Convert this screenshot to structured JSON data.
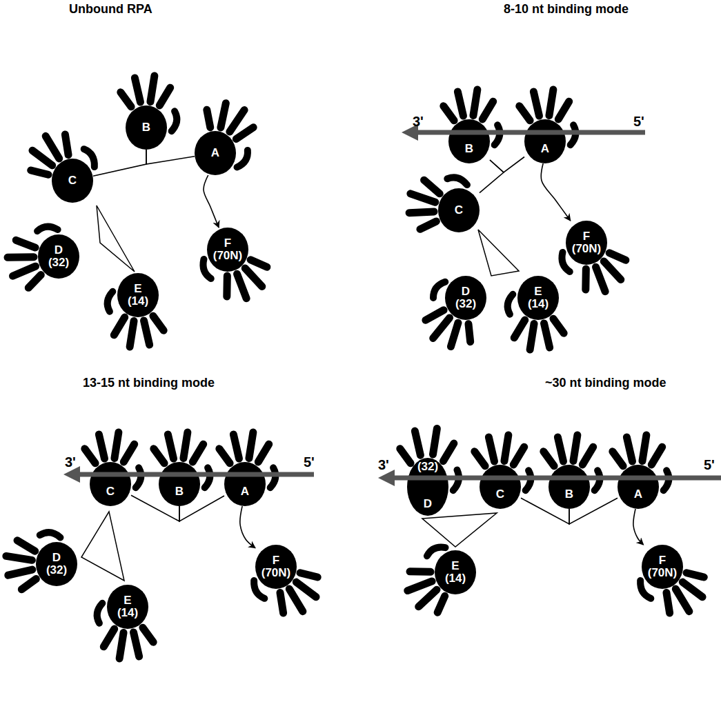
{
  "diagram": {
    "nodes": [
      {
        "text": [
          "B"
        ]
      },
      {
        "text": [
          "A"
        ]
      },
      {
        "text": [
          "C"
        ]
      },
      {
        "text": [
          "F",
          "(70N)"
        ]
      },
      {
        "text": [
          "D",
          "(32)"
        ]
      },
      {
        "text": [
          "E",
          "(14)"
        ]
      },
      {
        "text": [
          "B"
        ]
      },
      {
        "text": [
          "A"
        ]
      },
      {
        "text": [
          "C"
        ]
      },
      {
        "text": [
          "F",
          "(70N)"
        ]
      },
      {
        "text": [
          "D",
          "(32)"
        ]
      },
      {
        "text": [
          "E",
          "(14)"
        ]
      },
      {
        "text": [
          "C"
        ]
      },
      {
        "text": [
          "B"
        ]
      },
      {
        "text": [
          "A"
        ]
      },
      {
        "text": [
          "D",
          "(32)"
        ]
      },
      {
        "text": [
          "F",
          "(70N)"
        ]
      },
      {
        "text": [
          "E",
          "(14)"
        ]
      },
      {
        "text": [
          "(32)",
          "D"
        ]
      },
      {
        "text": [
          "C"
        ]
      },
      {
        "text": [
          "B"
        ]
      },
      {
        "text": [
          "A"
        ]
      },
      {
        "text": [
          "F",
          "(70N)"
        ]
      },
      {
        "text": [
          "E",
          "(14)"
        ]
      }
    ],
    "edges": [
      {
        "from": 0,
        "to": 1,
        "arrow": "none"
      },
      {
        "from": 0,
        "to": 2,
        "arrow": "none"
      },
      {
        "from": 1,
        "to": 3,
        "arrow": "to"
      },
      {
        "from": 6,
        "to": 7,
        "arrow": "none"
      },
      {
        "from": 6,
        "to": 8,
        "arrow": "none"
      },
      {
        "from": 7,
        "to": 9,
        "arrow": "to"
      },
      {
        "from": 13,
        "to": 14,
        "arrow": "none"
      },
      {
        "from": 13,
        "to": 12,
        "arrow": "none"
      },
      {
        "from": 14,
        "to": 16,
        "arrow": "to"
      },
      {
        "from": 20,
        "to": 21,
        "arrow": "none"
      },
      {
        "from": 20,
        "to": 19,
        "arrow": "none"
      },
      {
        "from": 21,
        "to": 22,
        "arrow": "to"
      }
    ],
    "labels": [
      "Unbound RPA",
      "8-10 nt binding mode",
      "3'",
      "5'",
      "13-15 nt binding mode",
      "~30 nt binding mode",
      "3'",
      "5'",
      "3'",
      "5'"
    ]
  }
}
